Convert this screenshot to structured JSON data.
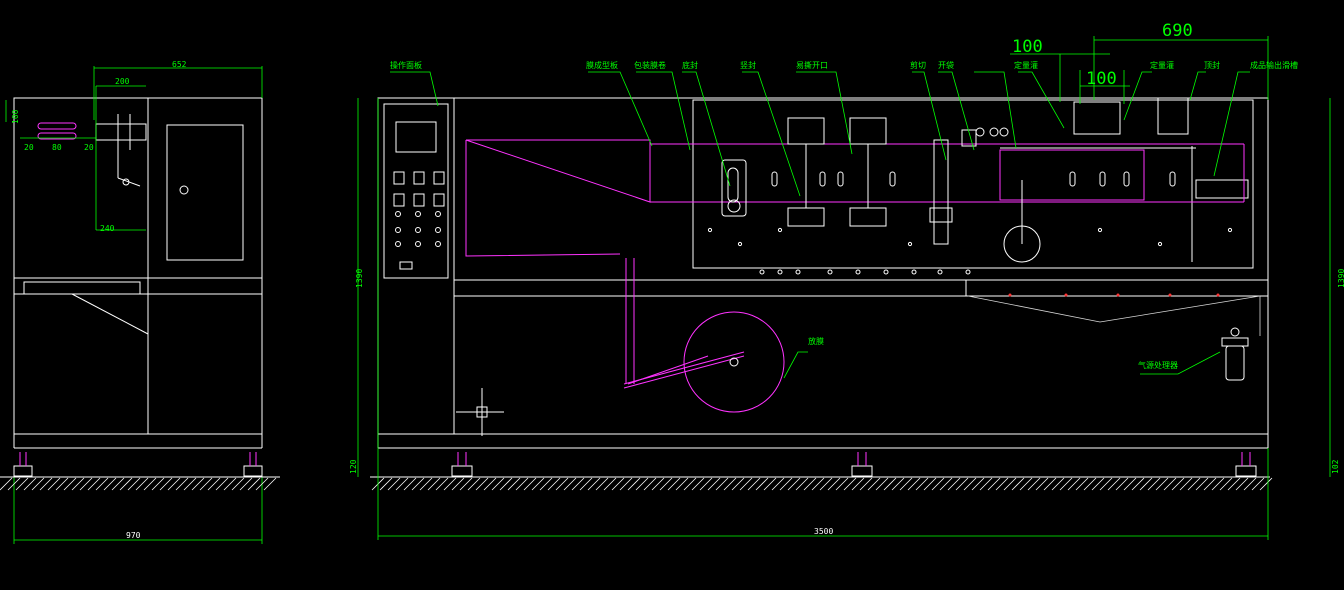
{
  "side_view": {
    "dim_width": "970",
    "dim_top": "652",
    "dim_200": "200",
    "dim_100_left": "100",
    "dim_20_a": "20",
    "dim_80": "80",
    "dim_20_b": "20",
    "dim_240": "240"
  },
  "front_view": {
    "dim_total_width": "3500",
    "dim_height_left": "1390",
    "dim_height_right": "1390",
    "dim_foot_left": "120",
    "dim_foot_right": "102",
    "dim_690": "690",
    "dim_100_top": "100",
    "dim_100_mid": "100"
  },
  "labels": {
    "control_panel": "操作面板",
    "film_guide": "膜成型板",
    "film_reel": "包装膜卷",
    "bottom_seal": "底封",
    "side_seal": "竖封",
    "easy_tear": "易撕开口",
    "cut": "剪切",
    "bag_open": "开袋",
    "fill_1": "定量灌",
    "fill_2": "定量灌",
    "top_seal": "顶封",
    "output": "成品输出滑槽",
    "unwind": "放膜",
    "air_filter": "气源处理器"
  },
  "colors": {
    "background": "#000000",
    "outline": "#ffffff",
    "dimension": "#00ff00",
    "film_path": "#ff33ff"
  }
}
